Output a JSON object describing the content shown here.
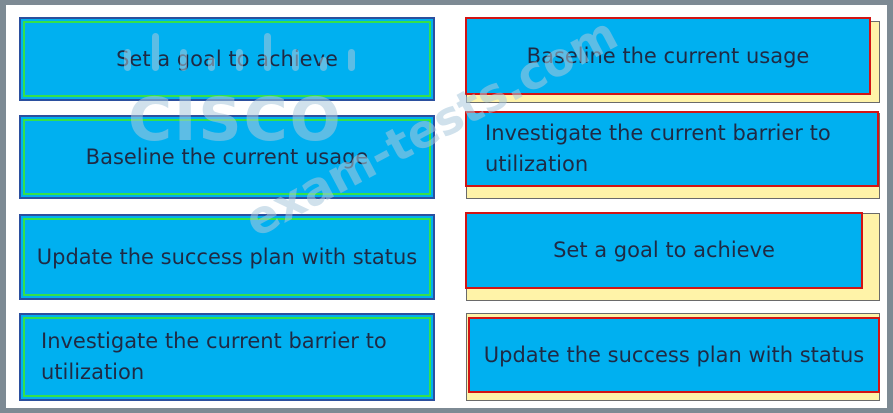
{
  "left_column": [
    {
      "label": "Set a goal to achieve"
    },
    {
      "label": "Baseline the current usage"
    },
    {
      "label": "Update the success plan with status"
    },
    {
      "label": "Investigate the current barrier to utilization"
    }
  ],
  "right_column": [
    {
      "label": "Baseline the current usage"
    },
    {
      "label": "Investigate the current barrier to utilization"
    },
    {
      "label": "Set a goal to achieve"
    },
    {
      "label": "Update the success plan with status"
    }
  ],
  "watermark": {
    "logo_text": "CISCO",
    "site_text": "exam-tests.com"
  },
  "colors": {
    "box_fill": "#00b0f0",
    "left_outline": "#35e04a",
    "right_border": "#d21414",
    "right_shadow": "#fff3a8"
  }
}
